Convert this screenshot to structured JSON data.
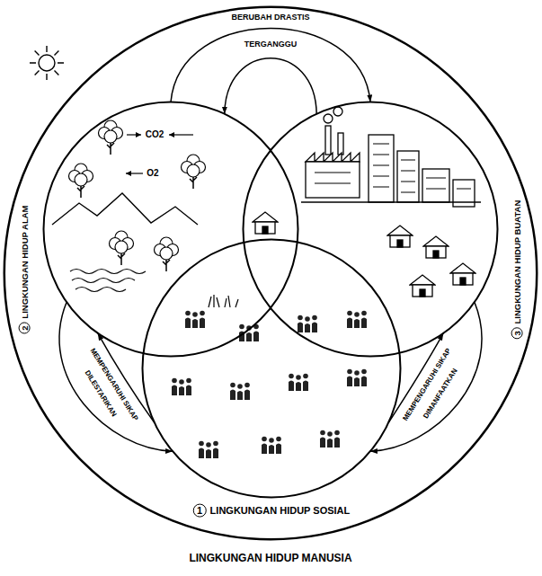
{
  "diagram": {
    "nodes": [
      {
        "text": [
          "LINGKUNGAN HIDUP MANUSIA"
        ]
      },
      {
        "text": [
          "1",
          "LINGKUNGAN HIDUP SOSIAL"
        ],
        "in": 0
      },
      {
        "text": [
          "2",
          "LINGKUNGAN HIDUP ALAM"
        ],
        "in": 0
      },
      {
        "text": [
          "3",
          "LINGKUNGAN HIDUP BUATAN"
        ],
        "in": 0
      }
    ],
    "edges": [
      {
        "from": 2,
        "to": 3,
        "arrow": "to",
        "label": "BERUBAH DRASTIS"
      },
      {
        "from": 3,
        "to": 2,
        "arrow": "to",
        "label": "TERGANGGU"
      },
      {
        "from": 1,
        "to": 2,
        "arrow": "to",
        "label": "MEMPENGARUHI SIKAP"
      },
      {
        "from": 2,
        "to": 1,
        "arrow": "to",
        "label": "DILESTARIKAN"
      },
      {
        "from": 1,
        "to": 3,
        "arrow": "to",
        "label": "MEMPENGARUHI SIKAP"
      },
      {
        "from": 3,
        "to": 1,
        "arrow": "to",
        "label": "DIMANFAATKAN"
      }
    ],
    "labels": [
      "CO2",
      "O2"
    ]
  }
}
